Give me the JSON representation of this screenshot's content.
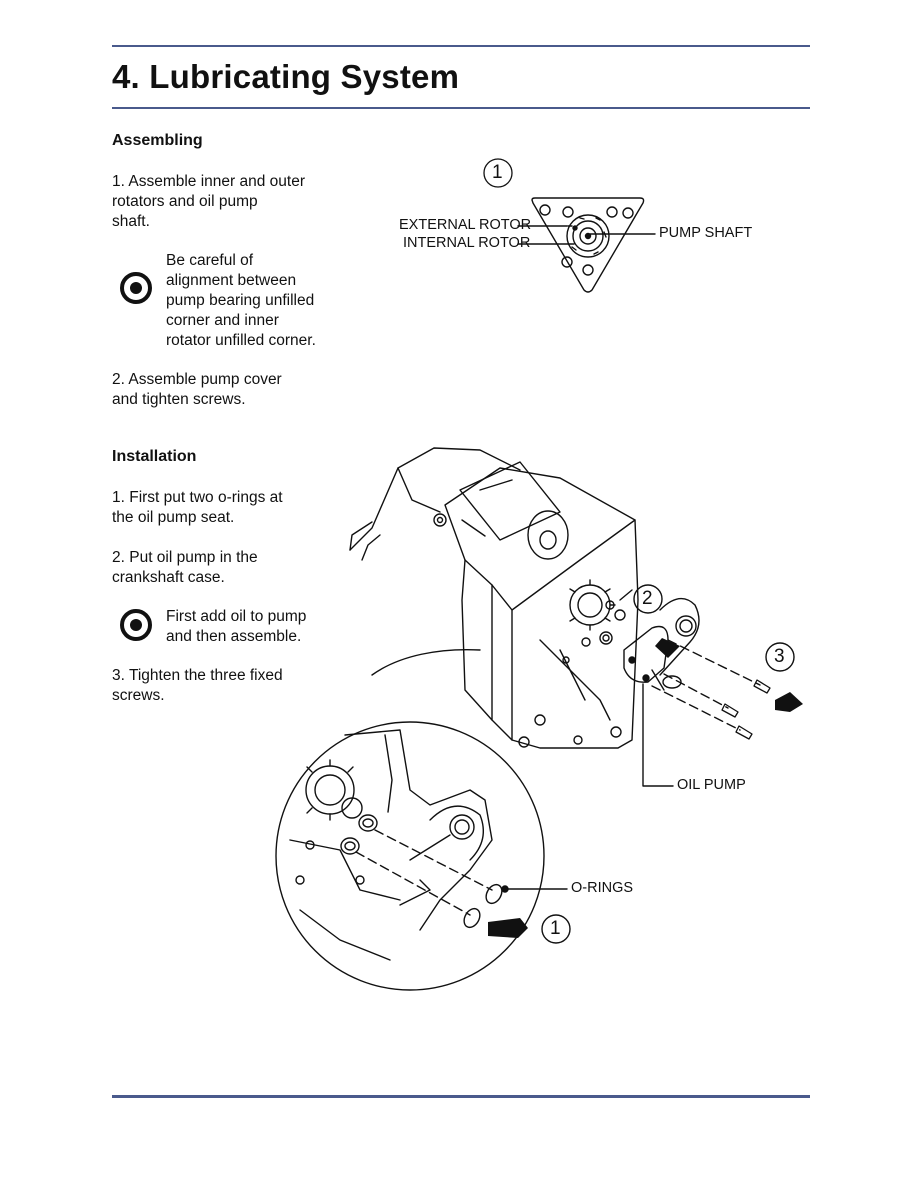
{
  "page": {
    "title": "4. Lubricating System"
  },
  "assembling": {
    "heading": "Assembling",
    "step1": [
      "1.   Assemble inner and outer",
      "rotators and oil pump",
      "shaft."
    ],
    "caution": [
      "Be careful of",
      "alignment between",
      "pump bearing unfilled",
      "corner and inner",
      "rotator unfilled corner."
    ],
    "step2": [
      "2.   Assemble pump cover",
      "and tighten screws."
    ]
  },
  "installation": {
    "heading": "Installation",
    "step1": [
      "1.   First put two o-rings at",
      "the oil pump seat."
    ],
    "step2": [
      "2.   Put oil pump in the",
      "crankshaft case."
    ],
    "caution": [
      "First add oil to pump",
      "and then assemble."
    ],
    "step3": [
      "3.   Tighten the three fixed",
      "screws."
    ]
  },
  "figure_top": {
    "callout": "1",
    "external_rotor": "EXTERNAL ROTOR",
    "internal_rotor": "INTERNAL ROTOR",
    "pump_shaft": "PUMP SHAFT"
  },
  "figure_main": {
    "callout_2": "2",
    "callout_3": "3",
    "callout_1": "1",
    "oil_pump": "OIL PUMP",
    "o_rings": "O-RINGS"
  },
  "icons": [
    "caution-target-icon",
    "caution-target-icon"
  ],
  "colors": {
    "rule": "#4a5a8c",
    "text": "#111111"
  }
}
